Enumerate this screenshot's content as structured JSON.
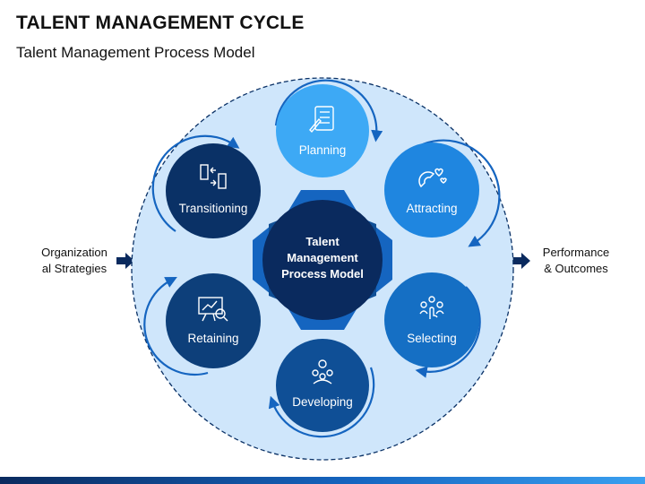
{
  "header": {
    "title": "TALENT MANAGEMENT CYCLE",
    "subtitle": "Talent Management Process Model"
  },
  "inputs": {
    "left_line1": "Organization",
    "left_line2": "al Strategies",
    "right_line1": "Performance",
    "right_line2": "& Outcomes"
  },
  "center": {
    "line1": "Talent",
    "line2": "Management",
    "line3": "Process Model"
  },
  "stages": [
    {
      "label": "Planning",
      "icon": "checklist-icon",
      "color": "#3da9f5"
    },
    {
      "label": "Attracting",
      "icon": "magnet-icon",
      "color": "#1f86e0"
    },
    {
      "label": "Selecting",
      "icon": "people-selection-icon",
      "color": "#156fc4"
    },
    {
      "label": "Developing",
      "icon": "team-growth-icon",
      "color": "#0f4f96"
    },
    {
      "label": "Retaining",
      "icon": "presentation-chart-icon",
      "color": "#0d3f7a"
    },
    {
      "label": "Transitioning",
      "icon": "exchange-icon",
      "color": "#0a3166"
    }
  ],
  "colors": {
    "big_circle": "#cfe6fb",
    "ring": "#1565c0",
    "center_dark": "#0a2a5e",
    "hexagon": "#1565c0"
  }
}
